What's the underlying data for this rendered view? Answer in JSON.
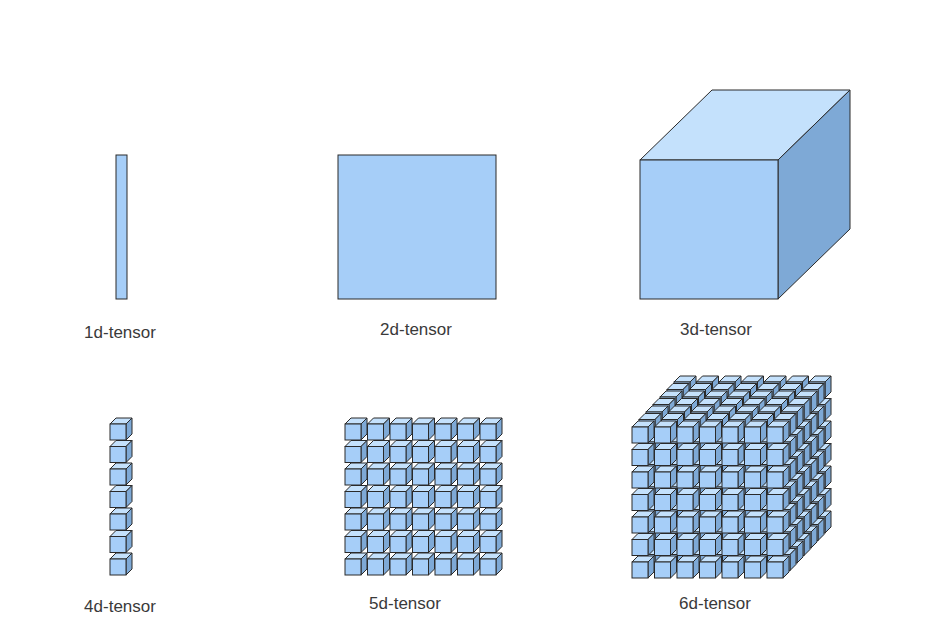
{
  "diagram": {
    "labels": [
      "1d-tensor",
      "2d-tensor",
      "3d-tensor",
      "4d-tensor",
      "5d-tensor",
      "6d-tensor"
    ]
  }
}
